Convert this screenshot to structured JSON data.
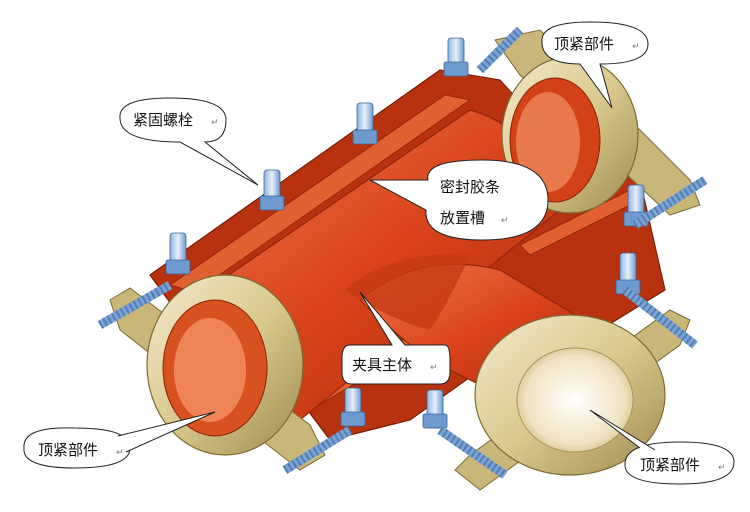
{
  "callouts": {
    "top_right": "顶紧部件",
    "bolt": "紧固螺栓",
    "groove_line1": "密封胶条",
    "groove_line2": "放置槽",
    "body": "夹具主体",
    "bottom_left": "顶紧部件",
    "bottom_right": "顶紧部件"
  },
  "paragraph_mark": "↵",
  "colors": {
    "body_red": "#d9431a",
    "body_dark": "#a82a0c",
    "brass": "#d9c98c",
    "brass_dark": "#a8955a",
    "bolt_blue": "#6f9ad0",
    "bolt_light": "#c9dcef"
  }
}
